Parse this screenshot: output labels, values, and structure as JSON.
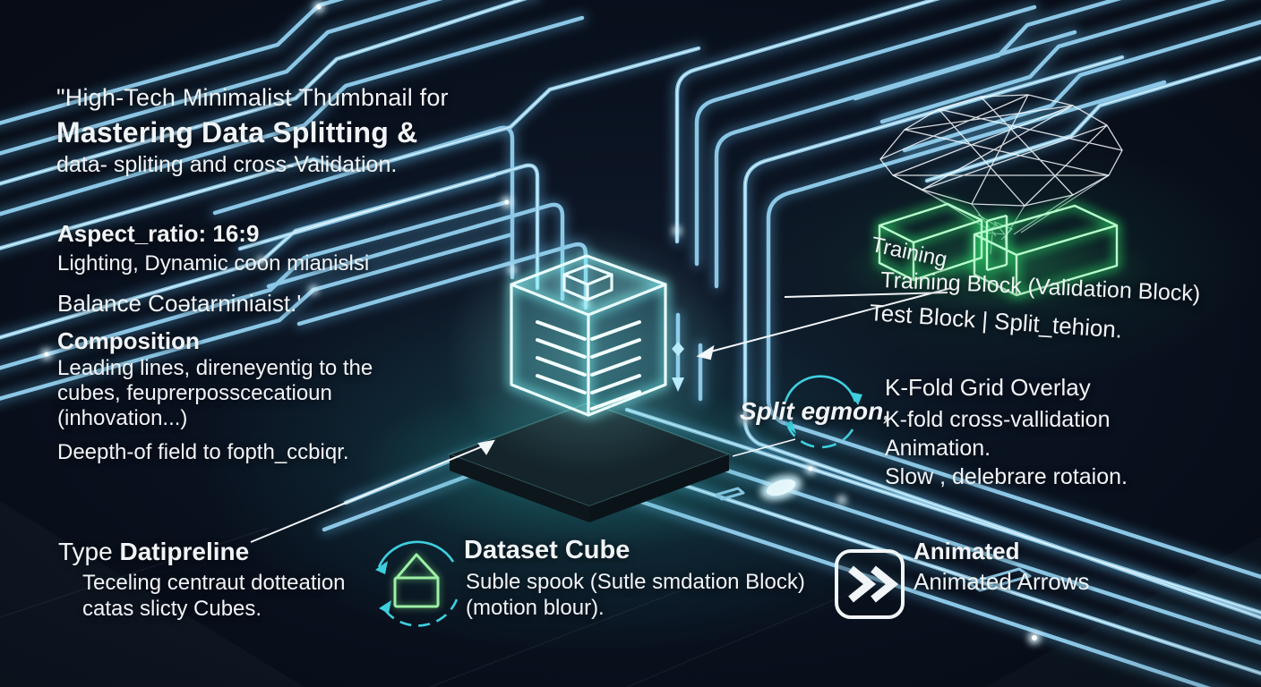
{
  "colors": {
    "background_navy": "#0a1220",
    "trace_blue": "#8cc7e6",
    "trace_core": "#eaf8ff",
    "cube_cyan": "#aef5f7",
    "neon_green": "#4be87e",
    "accent_cyan": "#3ecfdf",
    "text_white": "#f1f4f7"
  },
  "header": {
    "line1": "\"High-Tech Minimalist Thumbnail for",
    "line2": "Mastering Data Splitting &",
    "line3": "data- spliting and cross-Validation."
  },
  "left_panel": {
    "aspect_ratio": "Aspect_ratio: 16:9",
    "lighting": "Lighting, Dynamic coon mianislsi",
    "balance": "Balance Coətarniniaist.'",
    "composition_heading": "Composition",
    "composition_line1": "Leading lines, direneyentig to the",
    "composition_line2": "cubes, feuprerposscecatioun",
    "composition_line3": "(inhovation...)",
    "depth_line": "Deepth-of field to fopth_ccbiqr."
  },
  "training": {
    "label_top": "Training",
    "label_mid": "Training Block (Validation Block)",
    "label_bottom": "Test Block | Split_tehion."
  },
  "kfold": {
    "split_label": "Split egmon,",
    "heading": "K-Fold Grid Overlay",
    "line1": "K-fold cross-vallidation",
    "line2": "Animation.",
    "line3": "Slow , delebrare rotaion."
  },
  "features": {
    "pipeline": {
      "title_prefix": "Type ",
      "title_bold": "Datipreline",
      "line1": "Teceling centraut dotteation",
      "line2": "catas slicty Cubes."
    },
    "dataset": {
      "title": "Dataset Cube",
      "line1": "Suble spook (Sutle smdation Block)",
      "line2": "(motion blour)."
    },
    "arrows": {
      "title": "Animated",
      "line1": "Animated Arrows"
    }
  },
  "icons": {
    "dataset_icon": "house-cube-rotation-arrows",
    "arrows_icon": "double-chevron",
    "split_icon": "rotation-arrows",
    "mesh_icon": "wireframe-funnel-mesh"
  }
}
